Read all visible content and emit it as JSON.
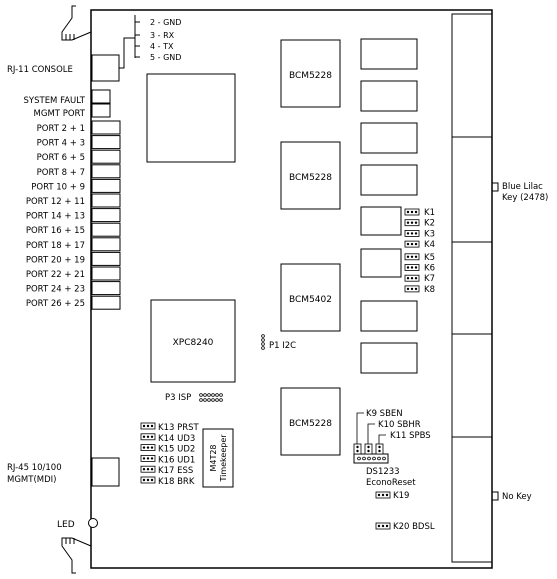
{
  "console": {
    "label": "RJ-11  CONSOLE",
    "pins": [
      "2 - GND",
      "3 - RX",
      "4 - TX",
      "5 - GND"
    ]
  },
  "left_labels": {
    "system_fault": "SYSTEM FAULT",
    "mgmt_port": "MGMT PORT",
    "ports": [
      "PORT 2 + 1",
      "PORT 4 + 3",
      "PORT 6 + 5",
      "PORT 8 + 7",
      "PORT 10 + 9",
      "PORT 12 + 11",
      "PORT 14 + 13",
      "PORT 16 + 15",
      "PORT 18 + 17",
      "PORT 20 + 19",
      "PORT 22 + 21",
      "PORT 24 + 23",
      "PORT 26 + 25"
    ],
    "rj45_line1": "RJ-45  10/100",
    "rj45_line2": "MGMT(MDI)",
    "led": "LED"
  },
  "chips": {
    "bcm_top": "BCM5228",
    "bcm_mid": "BCM5228",
    "bcm5402": "BCM5402",
    "bcm_bottom": "BCM5228",
    "xpc": "XPC8240",
    "m4t28_line1": "M4T28",
    "m4t28_line2": "Timekeeper",
    "ds1233_line1": "DS1233",
    "ds1233_line2": "EconoReset"
  },
  "headers": {
    "p1": "P1  I2C",
    "p3": "P3  ISP"
  },
  "jumpers_right": [
    "K1",
    "K2",
    "K3",
    "K4",
    "K5",
    "K6",
    "K7",
    "K8"
  ],
  "jumpers_k9_k11": [
    "K9  SBEN",
    "K10  SBHR",
    "K11  SPBS"
  ],
  "jumpers_left": [
    "K13   PRST",
    "K14   UD3",
    "K15   UD2",
    "K16   UD1",
    "K17   ESS",
    "K18   BRK"
  ],
  "jumper_k19": "K19",
  "jumper_k20": "K20  BDSL",
  "keys": {
    "blue_line1": "Blue  Lilac",
    "blue_line2": "Key  (2478)",
    "no_key": "No Key"
  }
}
